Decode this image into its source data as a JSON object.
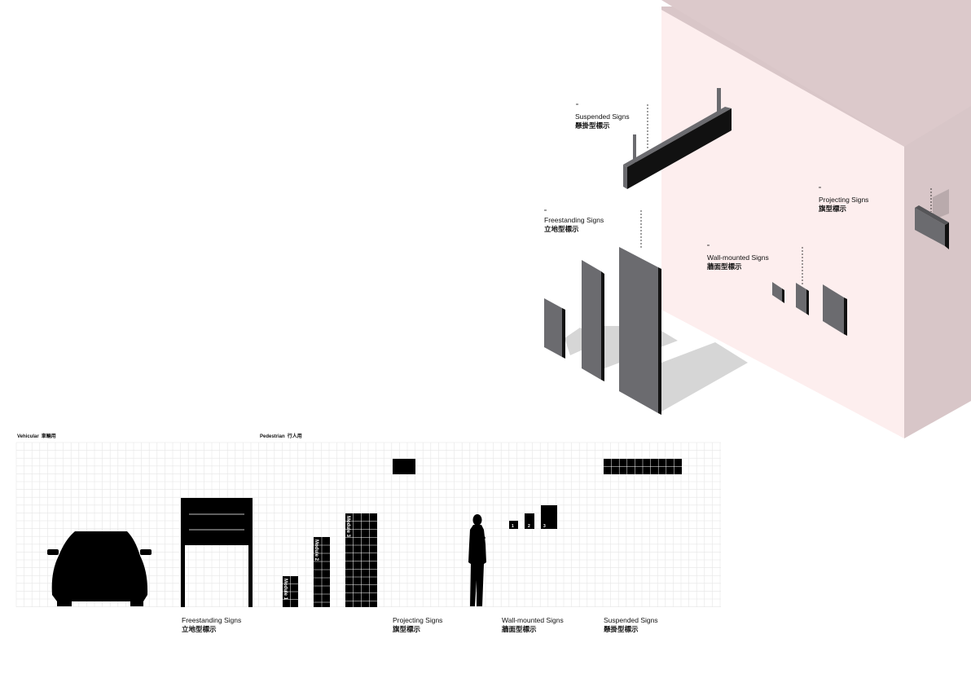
{
  "labels": {
    "suspended": {
      "en": "Suspended Signs",
      "zh": "懸掛型標示"
    },
    "freestanding": {
      "en": "Freestanding Signs",
      "zh": "立地型標示"
    },
    "wallmounted": {
      "en": "Wall-mounted Signs",
      "zh": "牆面型標示"
    },
    "projecting": {
      "en": "Projecting Signs",
      "zh": "旗型標示"
    }
  },
  "scale": {
    "vehicular": {
      "en": "Vehicular",
      "zh": "車輛用"
    },
    "pedestrian": {
      "en": "Pedestrian",
      "zh": "行人用"
    },
    "modules": [
      "Module 1",
      "Module 2",
      "Module 3"
    ],
    "wall_numbers": [
      "1",
      "2",
      "3"
    ]
  },
  "colors": {
    "wall_front": "#fdeeee",
    "wall_side": "#d9c6c8",
    "sign_face": "#6b6b6f",
    "sign_edge": "#111111",
    "shadow": "#d6d6d6",
    "grid": "#e6e6e6",
    "black": "#000000"
  }
}
